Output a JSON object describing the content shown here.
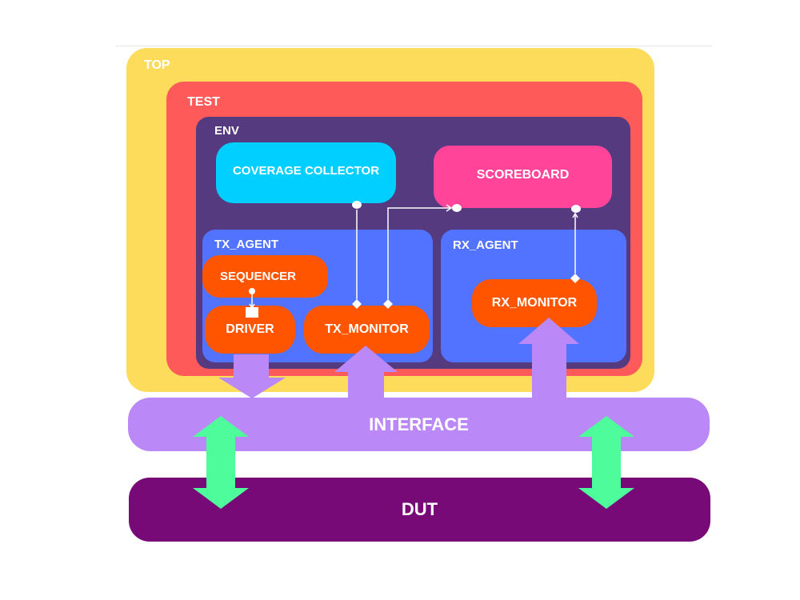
{
  "blocks": {
    "top": {
      "label": "TOP",
      "color": "#fddc5c"
    },
    "test": {
      "label": "TEST",
      "color": "#fe5a5a"
    },
    "env": {
      "label": "ENV",
      "color": "#553a80"
    },
    "coverage_collector": {
      "label": "COVERAGE COLLECTOR",
      "color": "#00cfff"
    },
    "scoreboard": {
      "label": "SCOREBOARD",
      "color": "#ff4499"
    },
    "tx_agent": {
      "label": "TX_AGENT",
      "color": "#5173ff"
    },
    "rx_agent": {
      "label": "RX_AGENT",
      "color": "#5173ff"
    },
    "sequencer": {
      "label": "SEQUENCER",
      "color": "#ff5500"
    },
    "driver": {
      "label": "DRIVER",
      "color": "#ff5500"
    },
    "tx_monitor": {
      "label": "TX_MONITOR",
      "color": "#ff5500"
    },
    "rx_monitor": {
      "label": "RX_MONITOR",
      "color": "#ff5500"
    },
    "interface": {
      "label": "INTERFACE",
      "color": "#bb88f8"
    },
    "dut": {
      "label": "DUT",
      "color": "#780a78"
    }
  },
  "colors": {
    "interface_arrow": "#bb88f8",
    "bidir_arrow": "#4efc9c",
    "connector": "#ffffff"
  }
}
